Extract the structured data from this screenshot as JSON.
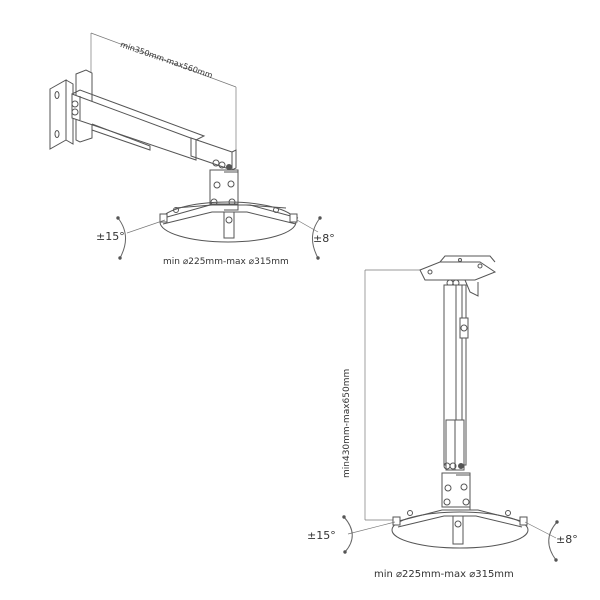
{
  "wall_mount": {
    "arm_length_label": "min350mm-max560mm",
    "tilt_left_label": "±15°",
    "tilt_right_label": "±8°",
    "plate_diameter_label": "min ⌀225mm-max ⌀315mm"
  },
  "ceiling_mount": {
    "drop_length_label": "min430mm-max650mm",
    "tilt_left_label": "±15°",
    "tilt_right_label": "±8°",
    "plate_diameter_label": "min ⌀225mm-max ⌀315mm"
  },
  "colors": {
    "line": "#555555",
    "text": "#333333",
    "background": "#ffffff"
  }
}
